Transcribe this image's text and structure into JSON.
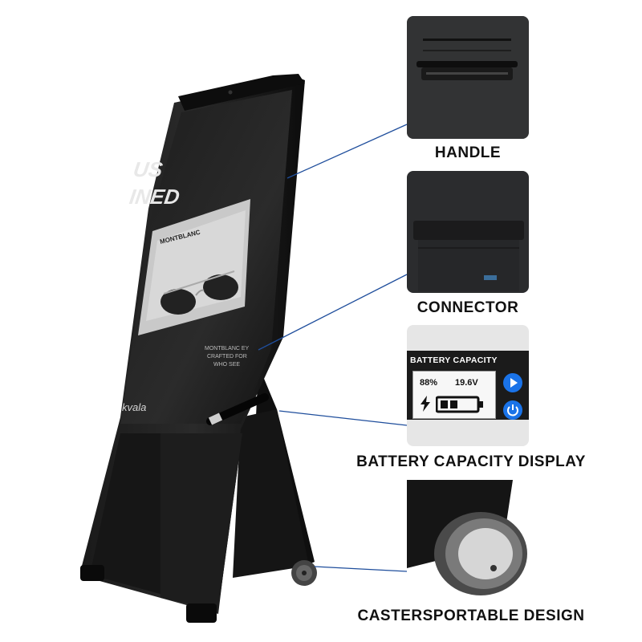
{
  "features": [
    {
      "id": "handle",
      "label": "HANDLE"
    },
    {
      "id": "connector",
      "label": "CONNECTOR"
    },
    {
      "id": "battery",
      "label": "BATTERY CAPACITY DISPLAY"
    },
    {
      "id": "casters",
      "label": "CASTERSPORTABLE DESIGN"
    }
  ],
  "battery_display": {
    "title": "BATTERY CAPACITY",
    "percent": "88%",
    "voltage": "19.6V",
    "level_fraction": 0.88,
    "accent": "#1a73e8",
    "play_icon": "play-icon",
    "power_icon": "power-icon",
    "charging_icon": "lightning-icon"
  },
  "screen_ad": {
    "headline_1": "US",
    "headline_2": "INED",
    "brand": "MONTBLANC",
    "copy_1": "MONTBLANC EY",
    "copy_2": "CRAFTED FOR",
    "copy_3": "WHO SEE",
    "signature": "kvala"
  },
  "colors": {
    "leader_line": "#1f4e9c",
    "stand_body": "#111111",
    "label_text": "#111111"
  }
}
